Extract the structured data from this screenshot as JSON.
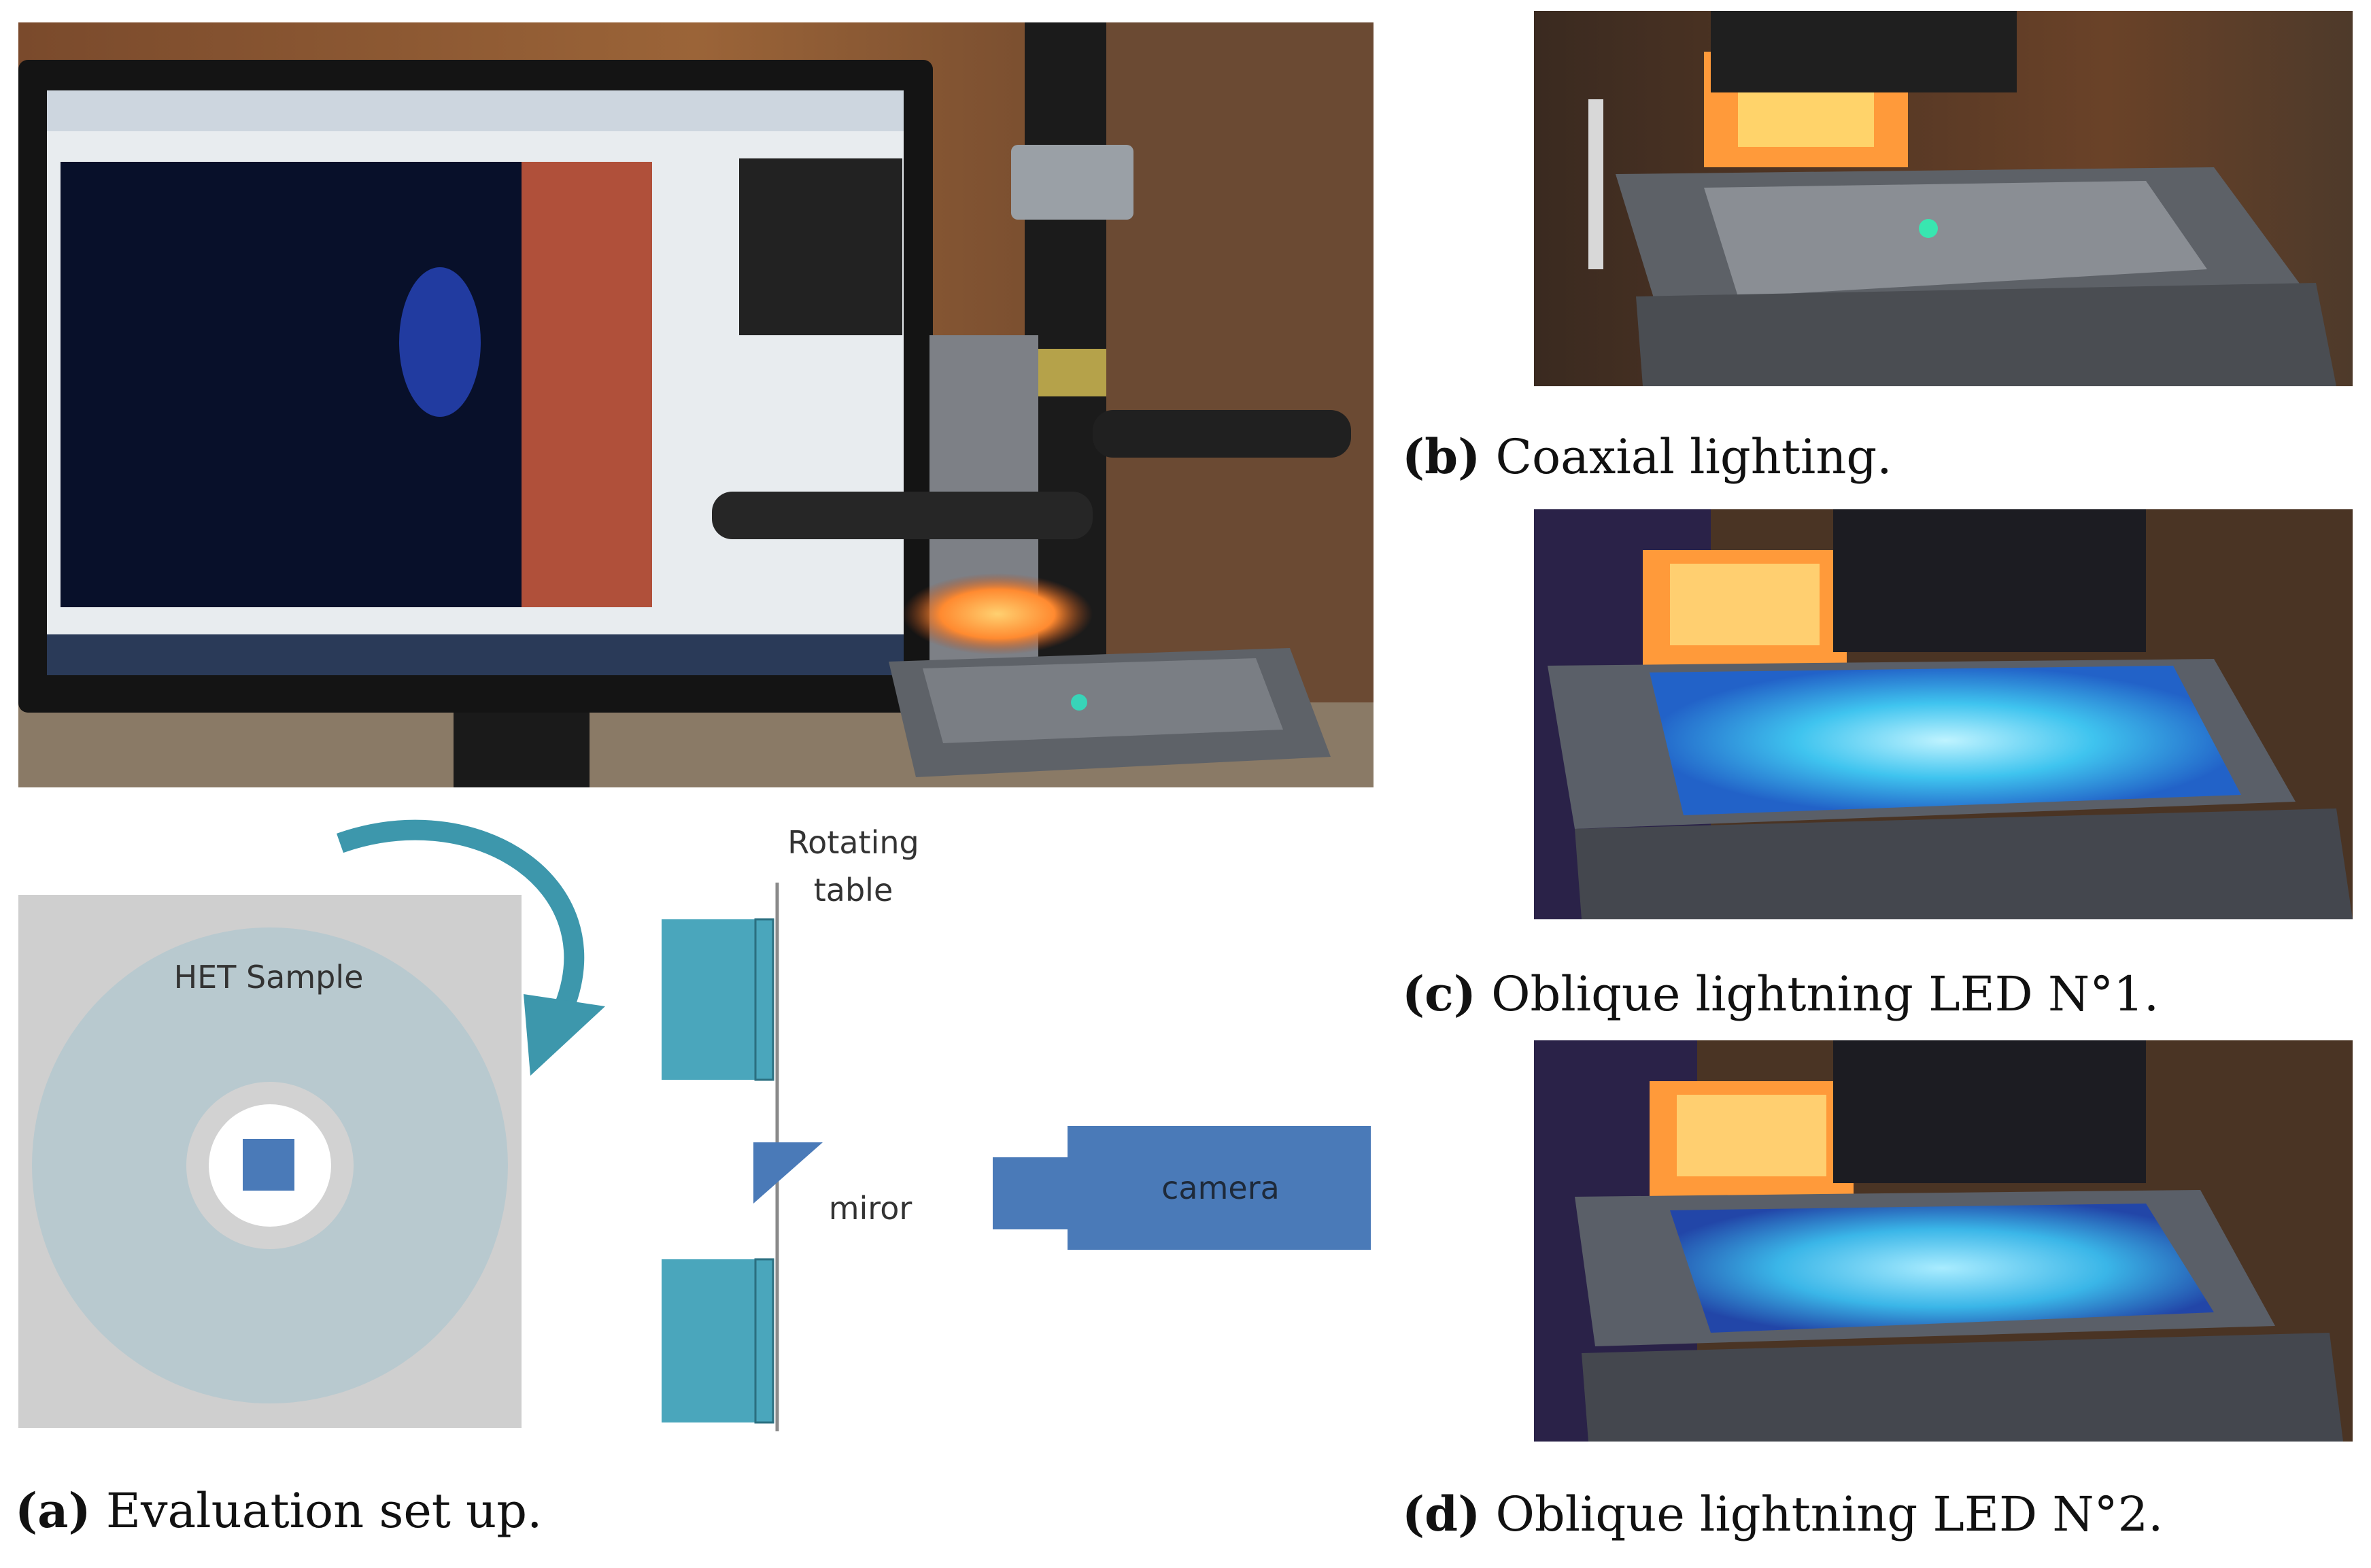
{
  "figure": {
    "panel_a": {
      "caption_tag": "(a)",
      "caption_text": "Evaluation set up.",
      "diagram": {
        "sample_label": "HET Sample",
        "table_label_line1": "Rotating",
        "table_label_line2": "table",
        "mirror_label": "miror",
        "camera_label": "camera"
      }
    },
    "panel_b": {
      "caption_tag": "(b)",
      "caption_text": "Coaxial lighting."
    },
    "panel_c": {
      "caption_tag": "(c)",
      "caption_text": "Oblique lightning LED N°1."
    },
    "panel_d": {
      "caption_tag": "(d)",
      "caption_text": "Oblique lightning LED N°2."
    }
  },
  "colors": {
    "teal": "#4aa6bc",
    "blue": "#4a7ab8",
    "sample_grey": "#b8c9cf",
    "frame_grey": "#cfcfcf",
    "arrow": "#3d97ac"
  }
}
